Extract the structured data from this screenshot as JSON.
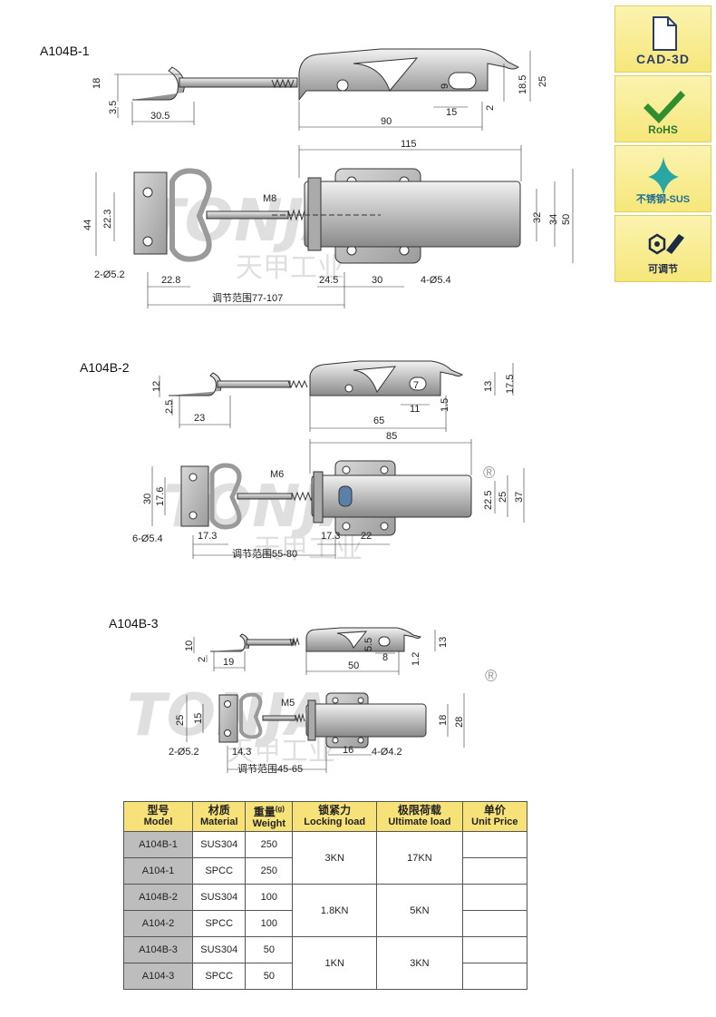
{
  "badges": [
    {
      "label": "CAD-3D",
      "icon": "document-icon"
    },
    {
      "label": "RoHS",
      "icon": "checkmark-icon"
    },
    {
      "label": "不锈钢-SUS",
      "icon": "sparkle-icon"
    },
    {
      "label": "可调节",
      "icon": "wrench-nut-icon"
    }
  ],
  "brand": {
    "watermark_latin": "TONJA",
    "watermark_cn": "天甲工业",
    "registered": "®"
  },
  "drawings": [
    {
      "title": "A104B-1",
      "side_dims": [
        "18",
        "3.5",
        "30.5",
        "90",
        "9",
        "15",
        "2",
        "18.5",
        "25"
      ],
      "top_dims": [
        "115",
        "M8",
        "44",
        "22.3",
        "32",
        "34",
        "50",
        "2-Ø5.2",
        "22.8",
        "24.5",
        "30",
        "4-Ø5.4",
        "调节范围77-107"
      ]
    },
    {
      "title": "A104B-2",
      "side_dims": [
        "12",
        "2.5",
        "23",
        "65",
        "7",
        "11",
        "1.5",
        "13",
        "17.5"
      ],
      "top_dims": [
        "85",
        "M6",
        "30",
        "17.6",
        "22.5",
        "25",
        "37",
        "6-Ø5.4",
        "17.3",
        "17.3",
        "22",
        "调节范围55-80"
      ]
    },
    {
      "title": "A104B-3",
      "side_dims": [
        "10",
        "2",
        "19",
        "50",
        "5.5",
        "8",
        "1.2",
        "13"
      ],
      "top_dims": [
        "M5",
        "25",
        "15",
        "18",
        "28",
        "2-Ø5.2",
        "14.3",
        "16",
        "4-Ø4.2",
        "调节范围45-65"
      ]
    }
  ],
  "table": {
    "headers": [
      {
        "cn": "型号",
        "en": "Model"
      },
      {
        "cn": "材质",
        "en": "Material"
      },
      {
        "cn": "重量",
        "en": "Weight",
        "sup": "(g)"
      },
      {
        "cn": "锁紧力",
        "en": "Locking load"
      },
      {
        "cn": "极限荷载",
        "en": "Ultimate load"
      },
      {
        "cn": "单价",
        "en": "Unit Price"
      }
    ],
    "rows": [
      {
        "model": "A104B-1",
        "material": "SUS304",
        "weight": "250"
      },
      {
        "model": "A104-1",
        "material": "SPCC",
        "weight": "250"
      },
      {
        "model": "A104B-2",
        "material": "SUS304",
        "weight": "100"
      },
      {
        "model": "A104-2",
        "material": "SPCC",
        "weight": "100"
      },
      {
        "model": "A104B-3",
        "material": "SUS304",
        "weight": "50"
      },
      {
        "model": "A104-3",
        "material": "SPCC",
        "weight": "50"
      }
    ],
    "groups": [
      {
        "locking": "3KN",
        "ultimate": "17KN"
      },
      {
        "locking": "1.8KN",
        "ultimate": "5KN"
      },
      {
        "locking": "1KN",
        "ultimate": "3KN"
      }
    ]
  }
}
